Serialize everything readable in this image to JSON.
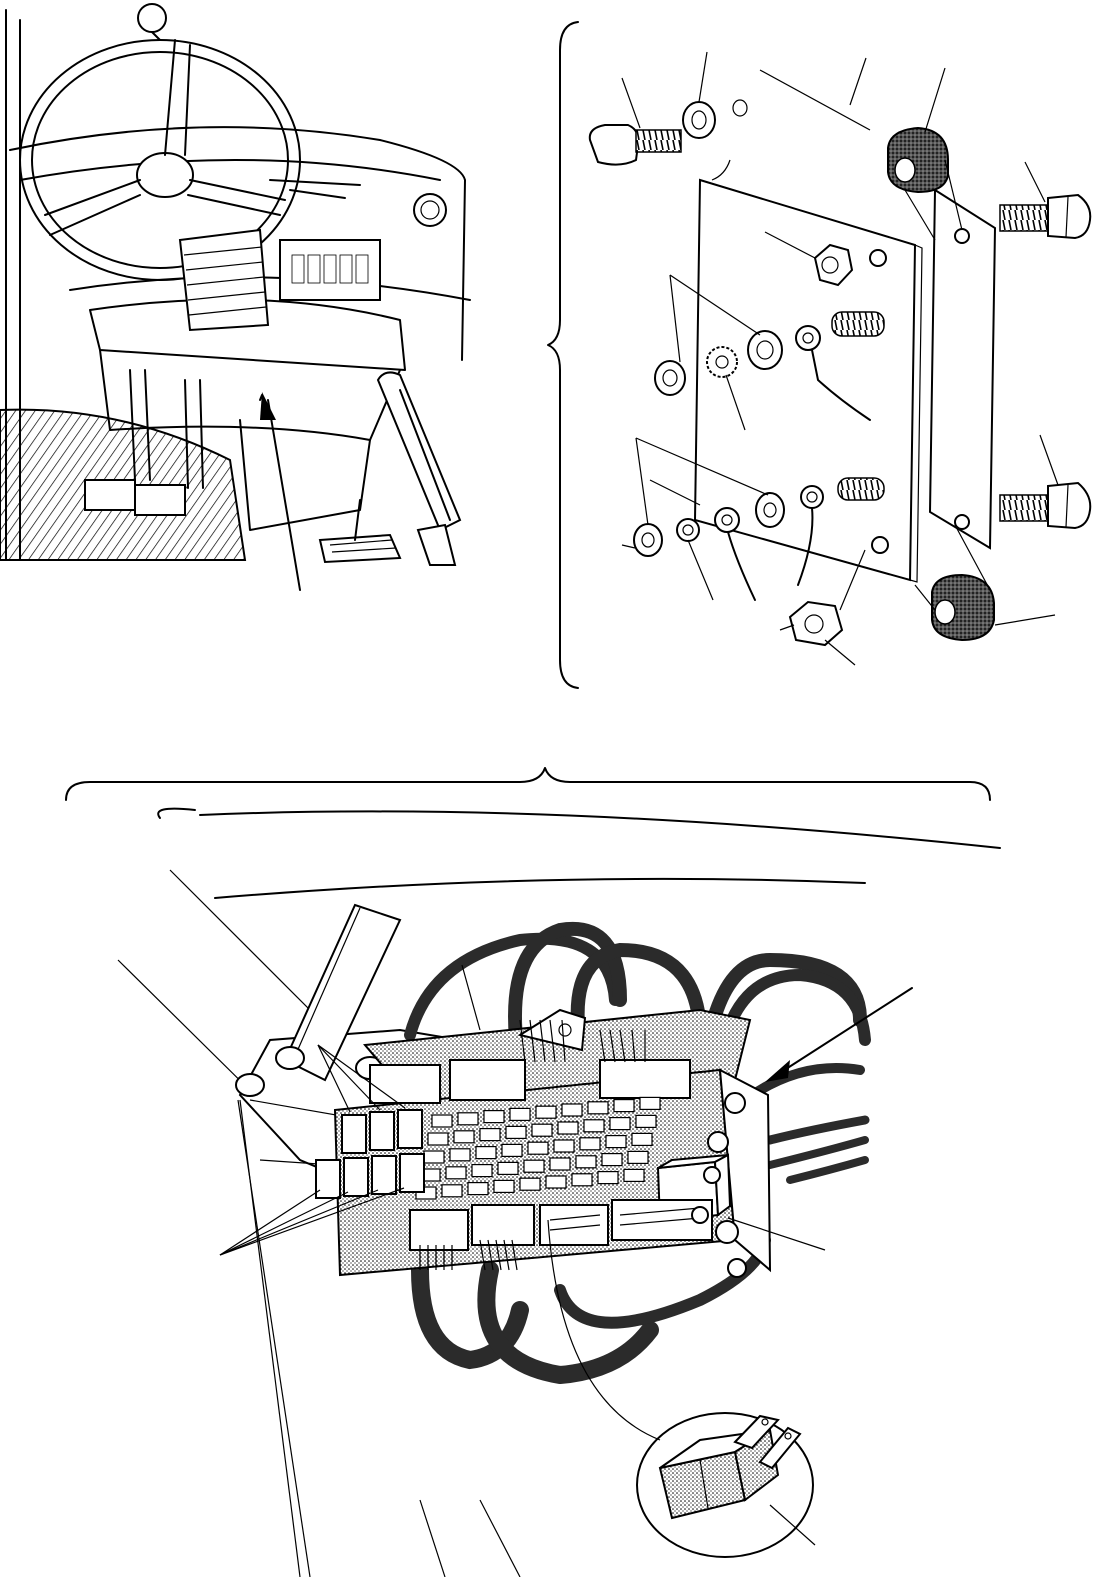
{
  "figure": {
    "panels": [
      {
        "id": "cab-overview"
      },
      {
        "id": "fuse-box-mounting-exploded"
      },
      {
        "id": "fuse-box-installed"
      },
      {
        "id": "fuse-detail"
      }
    ],
    "colors": {
      "line": "#000000",
      "rubber": "#3a3a3a",
      "cable": "#2b2b2b",
      "shade": "#9a9a9a",
      "paper": "#ffffff"
    }
  }
}
